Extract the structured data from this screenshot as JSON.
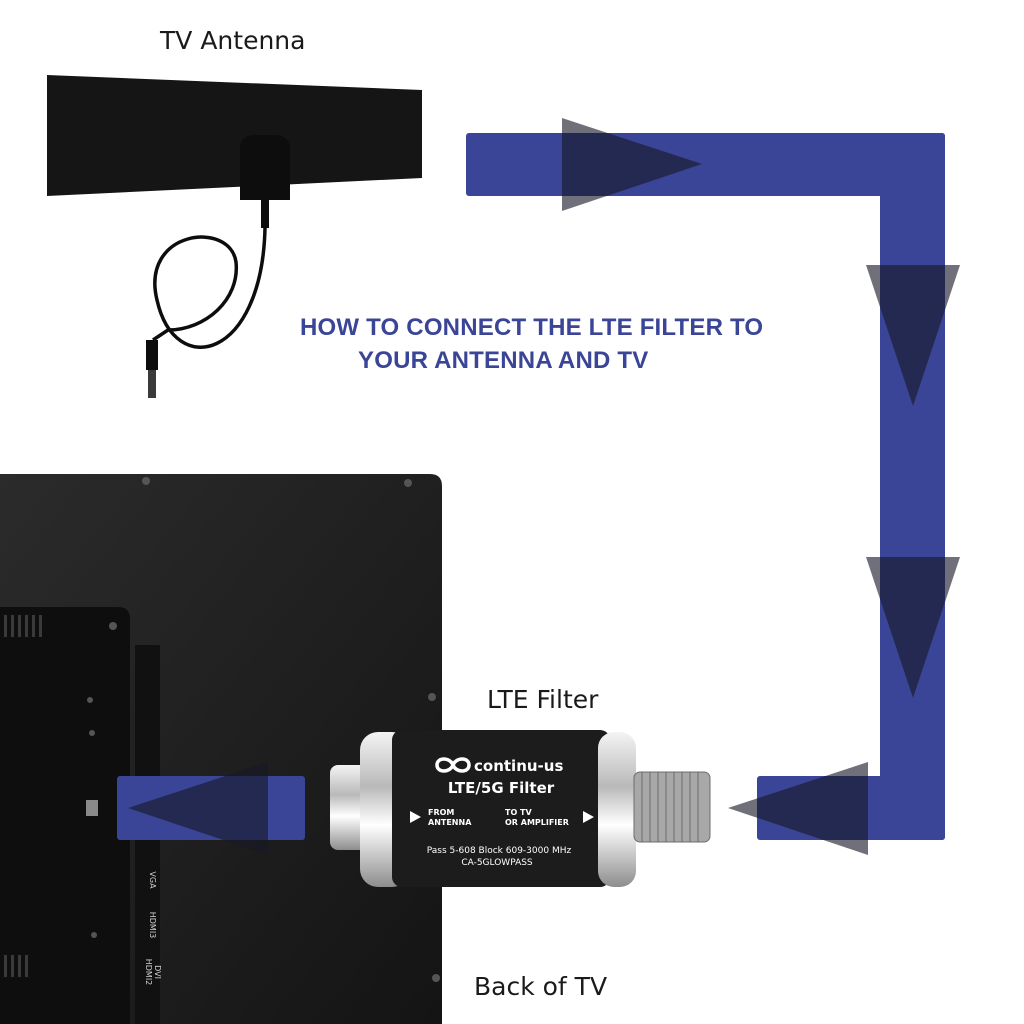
{
  "labels": {
    "antenna": "TV Antenna",
    "filter": "LTE Filter",
    "tv": "Back of TV"
  },
  "headline": {
    "line1": "HOW TO CONNECT THE LTE FILTER TO",
    "line2": "YOUR ANTENNA AND TV"
  },
  "filter_device": {
    "brand": "continu-us",
    "model_title": "LTE/5G Filter",
    "port_in": [
      "FROM",
      "ANTENNA"
    ],
    "port_out": [
      "TO TV",
      "OR AMPLIFIER"
    ],
    "spec": "Pass 5-608 Block 609-3000 MHz",
    "part_number": "CA-5GLOWPASS"
  },
  "tv_ports": [
    "VGA",
    "HDMI3",
    "HDMI2",
    "DVI"
  ],
  "colors": {
    "flow_arrow": "#3b4597",
    "arrowhead": "#1b1e3a",
    "headline": "#3b4597",
    "device_body": "#1c1c1c"
  }
}
